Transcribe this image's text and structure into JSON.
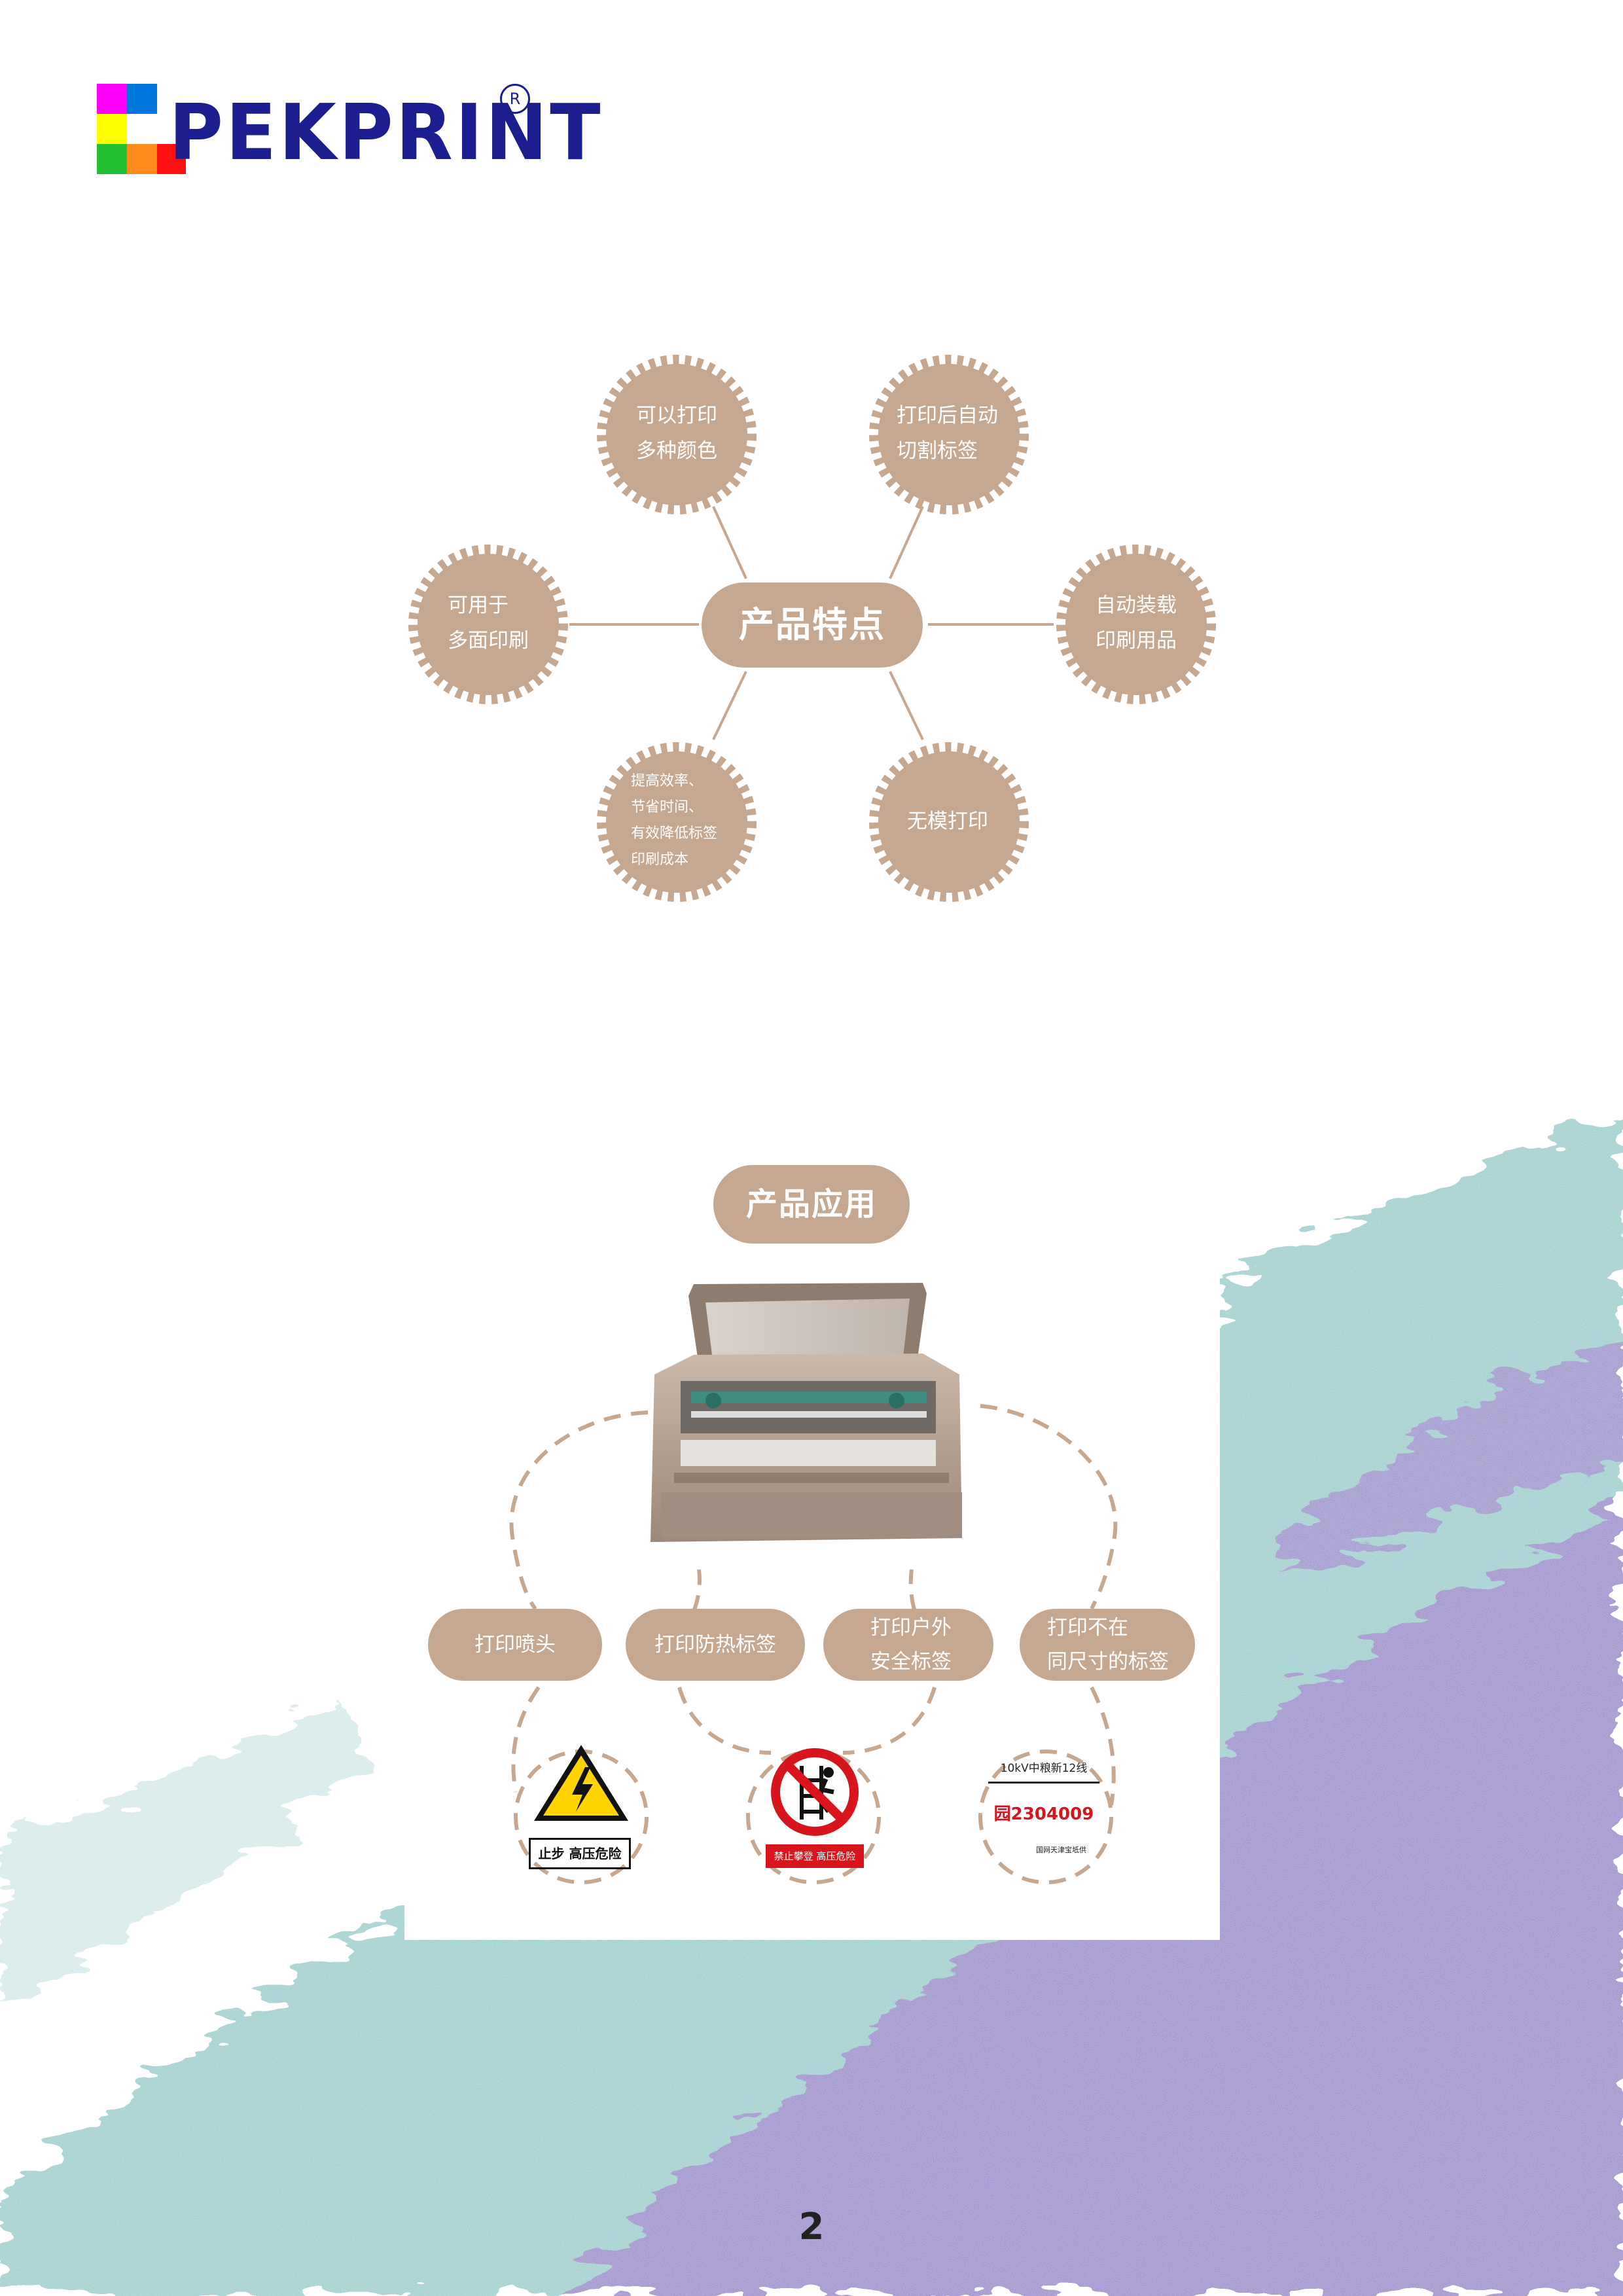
{
  "brand": {
    "name": "PEKPRINT",
    "registered": "R",
    "colors": {
      "magenta": "#ff00ff",
      "yellow": "#ffff00",
      "green": "#22c032",
      "red": "#ff1010",
      "orange": "#ff8c1a",
      "blue": "#0077dd",
      "navy": "#1c1d8f"
    }
  },
  "features": {
    "center": "产品特点",
    "items": [
      {
        "line1": "可以打印",
        "line2": "多种颜色"
      },
      {
        "line1": "打印后自动",
        "line2": "切割标签"
      },
      {
        "line1": "可用于",
        "line2": "多面印刷"
      },
      {
        "line1": "自动装载",
        "line2": "印刷用品"
      },
      {
        "line1": "提高效率、",
        "line2": "节省时间、",
        "line3": "有效降低标签",
        "line4": "印刷成本"
      },
      {
        "line1": "无模打印"
      }
    ],
    "accent_color": "#c6a891"
  },
  "applications": {
    "title": "产品应用",
    "items": [
      {
        "line1": "打印喷头"
      },
      {
        "line1": "打印防热标签"
      },
      {
        "line1": "打印户外",
        "line2": "安全标签"
      },
      {
        "line1": "打印不在",
        "line2": "同尺寸的标签"
      }
    ],
    "labels": {
      "warning_sign": "止步 高压危险",
      "prohibition_sign": "禁止攀登 高压危险",
      "line_tag_title": "10kV中粮新12线",
      "line_tag_number": "园2304009",
      "line_tag_footer": "国网天津宝坻供"
    }
  },
  "page": {
    "number": "2"
  },
  "background": {
    "teal": "#a8d3d2",
    "lavender": "#a69ad0"
  }
}
